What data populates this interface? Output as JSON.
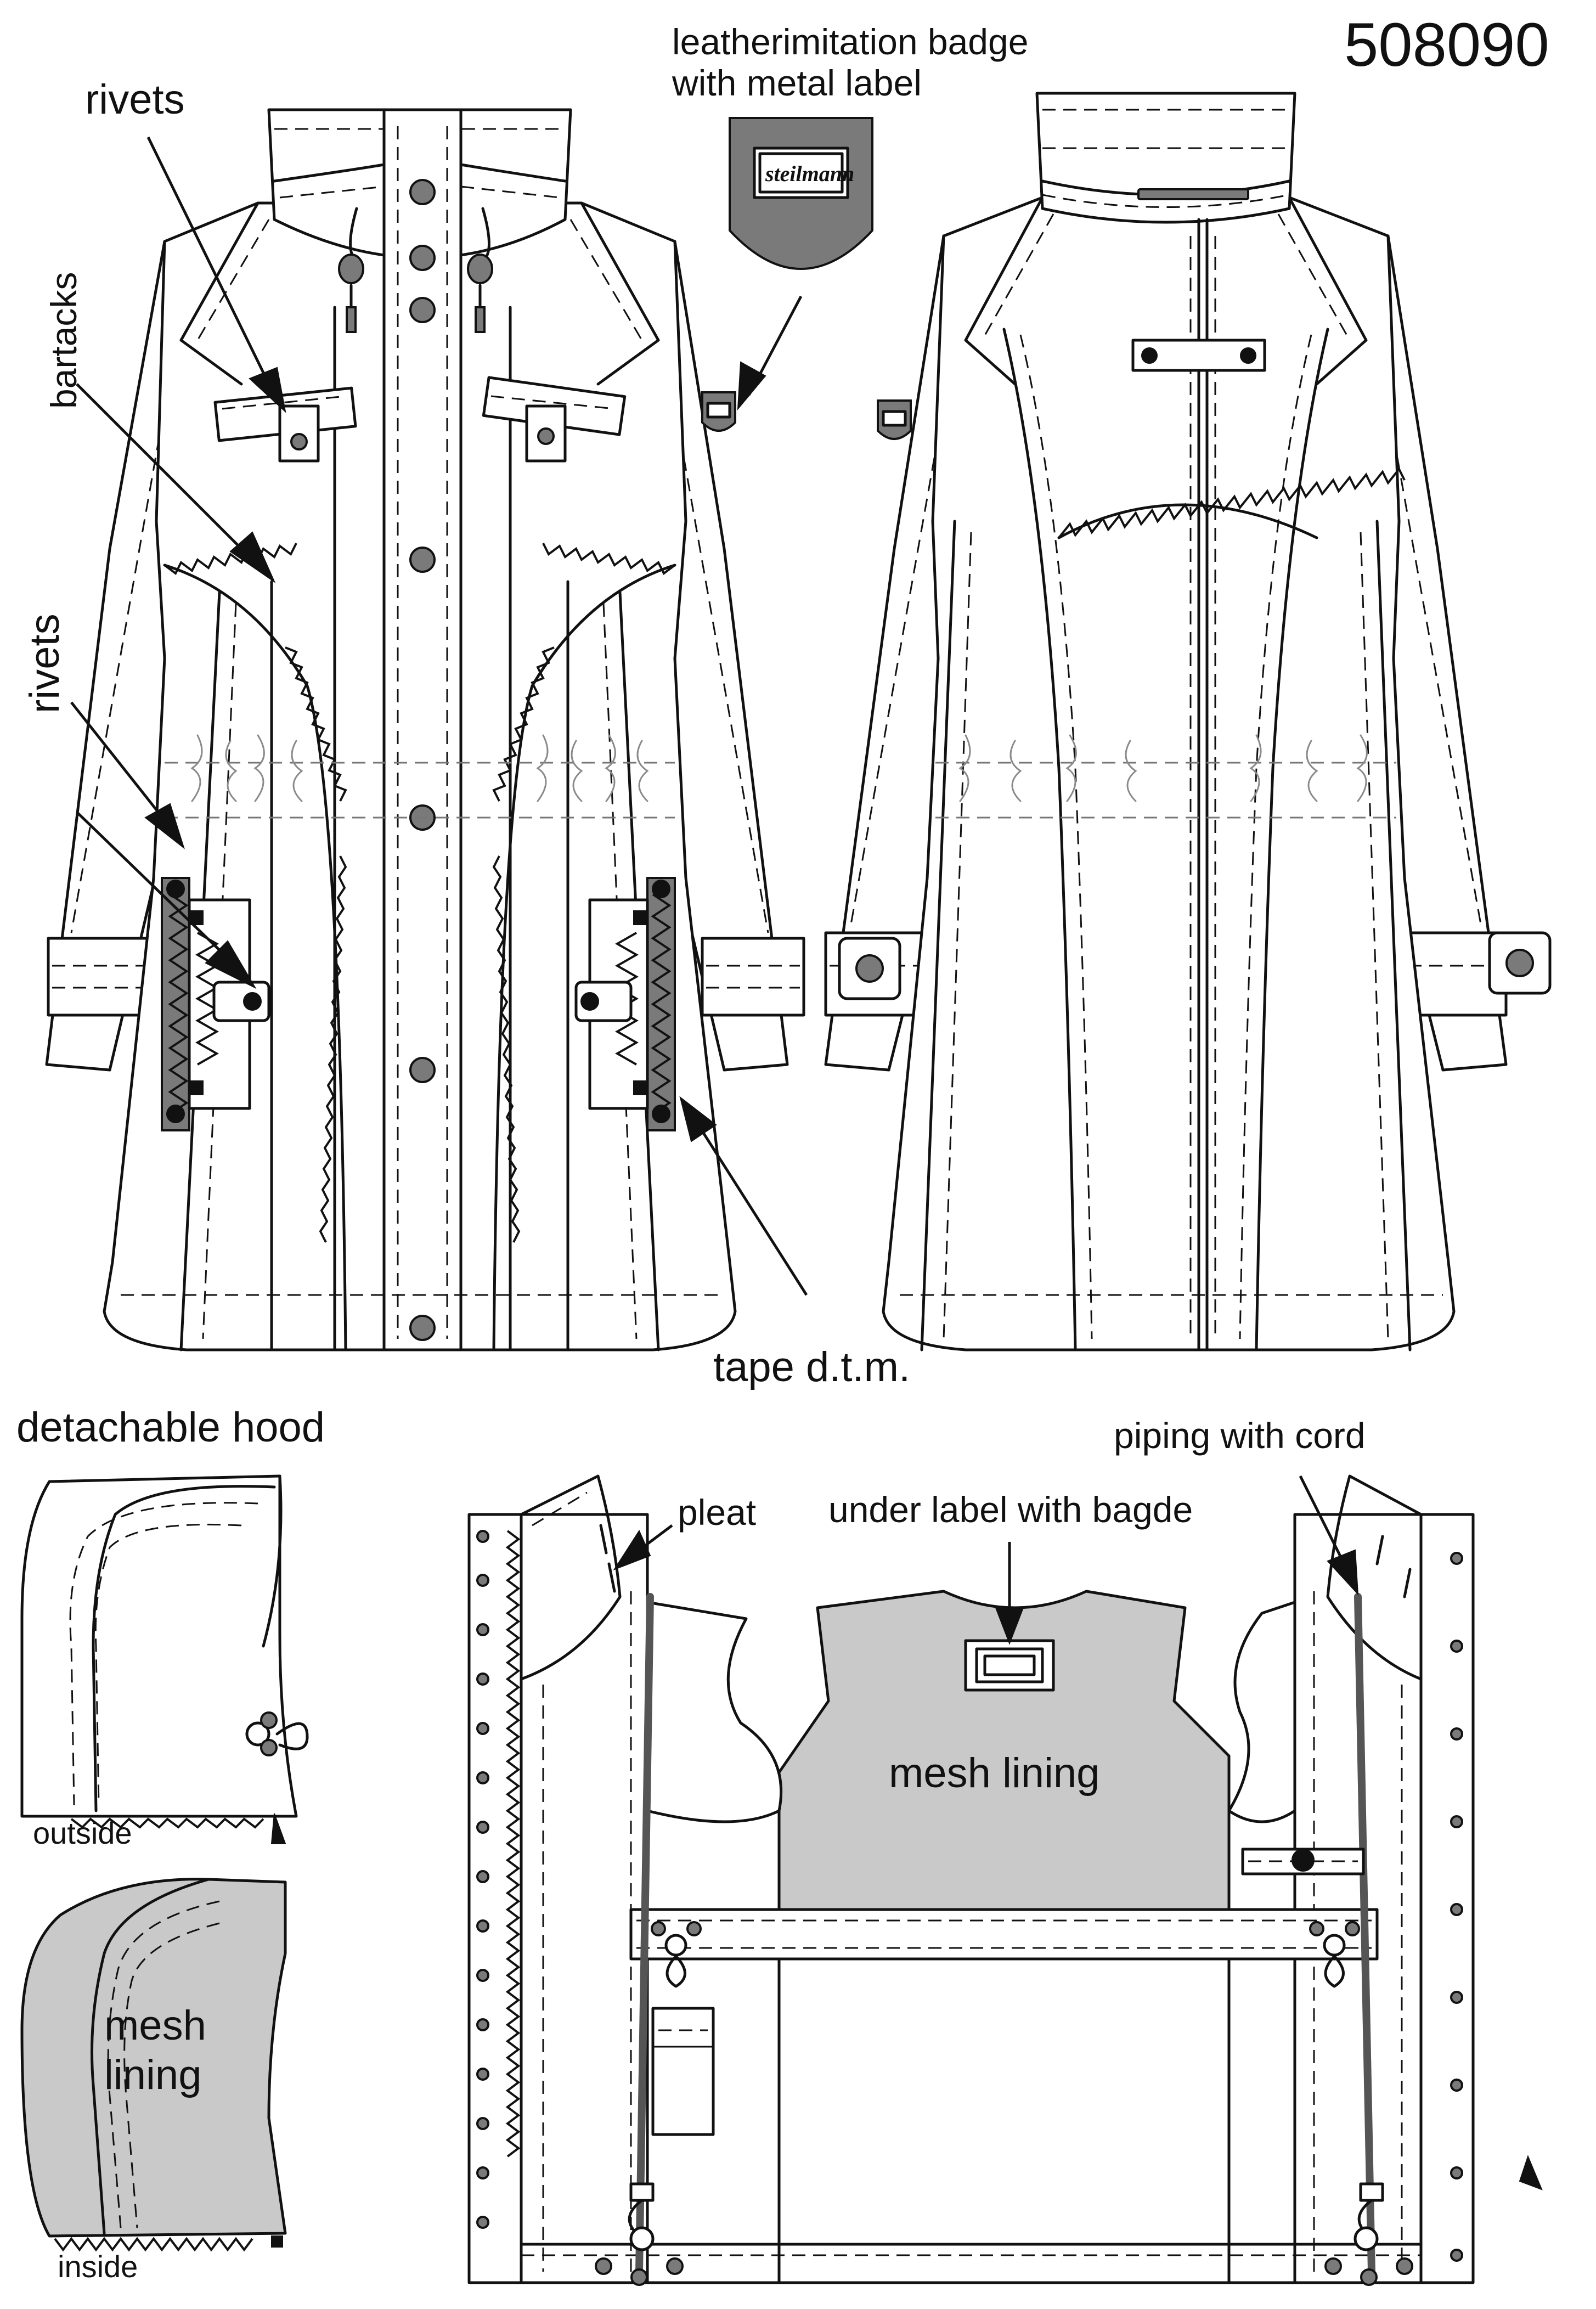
{
  "style_number": "508090",
  "labels": {
    "badge": [
      "leatherimitation badge",
      "with metal label"
    ],
    "badge_brand": "steilmann",
    "rivets_top": "rivets",
    "bartacks": "bartacks",
    "rivets_side": "rivets",
    "tape": "tape d.t.m.",
    "detachable_hood": "detachable hood",
    "outside": "outside",
    "mesh_lining_hood": [
      "mesh",
      "lining"
    ],
    "inside": "inside",
    "pleat": "pleat",
    "under_label": "under label with bagde",
    "piping": "piping with cord",
    "mesh_lining_body": "mesh lining"
  },
  "colors": {
    "line": "#111111",
    "mesh_fill": "#c9c9c9",
    "hardware_fill": "#7a7a7a",
    "paper": "#ffffff"
  },
  "icons": [
    "rivet-icon",
    "snap-button-icon",
    "cord-stopper-icon",
    "badge-icon",
    "arrow-icon"
  ]
}
